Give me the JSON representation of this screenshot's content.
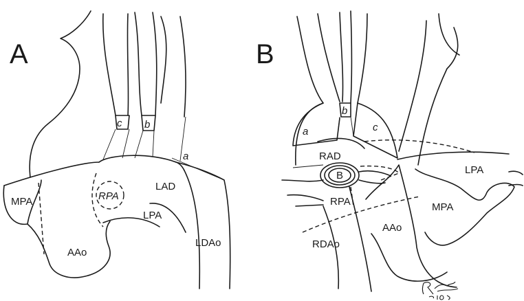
{
  "panel_a": {
    "letter": "A",
    "labels": {
      "c": "c",
      "b": "b",
      "a": "a",
      "mpa": "MPA",
      "rpa": "RPA",
      "lad": "LAD",
      "lpa": "LPA",
      "aao": "AAo",
      "ldao": "LDAo"
    }
  },
  "panel_b": {
    "letter": "B",
    "labels": {
      "b_small": "b",
      "a": "a",
      "c": "c",
      "rad": "RAD",
      "b_ring": "B",
      "rpa": "RPA",
      "lpa": "LPA",
      "mpa": "MPA",
      "aao": "AAo",
      "rdao": "RDAo"
    }
  }
}
